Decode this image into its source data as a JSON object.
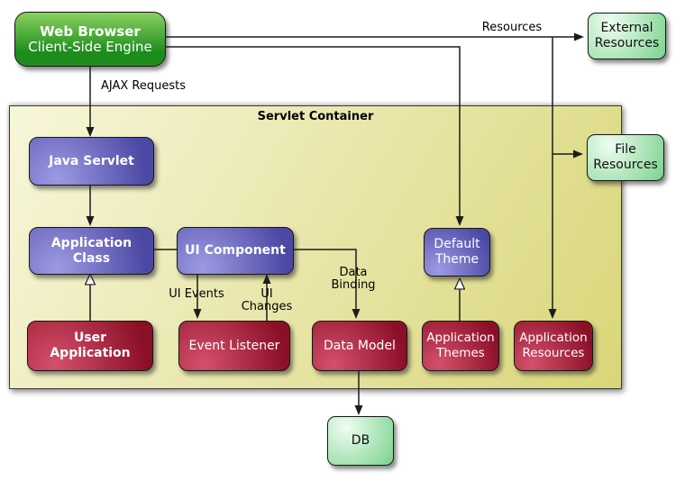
{
  "colors": {
    "line": "#1c1c1c",
    "container_light": "#f7f6da",
    "container_dark": "#d9d678",
    "green_light": "#8bd162",
    "green_dark": "#1d8c1d",
    "purple_light": "#9d9ae4",
    "purple_dark": "#4c49a4",
    "red_light": "#d4506a",
    "red_dark": "#8c0f28",
    "mint_light": "#effdf1",
    "mint_dark": "#7fd492"
  },
  "container": {
    "title": "Servlet Container"
  },
  "nodes": {
    "web_browser": {
      "title": "Web Browser",
      "subtitle": "Client-Side Engine"
    },
    "java_servlet": {
      "label": "Java Servlet"
    },
    "application_class": {
      "line1": "Application",
      "line2": "Class"
    },
    "ui_component": {
      "label": "UI Component"
    },
    "default_theme": {
      "line1": "Default",
      "line2": "Theme"
    },
    "user_application": {
      "line1": "User",
      "line2": "Application"
    },
    "event_listener": {
      "label": "Event Listener"
    },
    "data_model": {
      "label": "Data Model"
    },
    "application_themes": {
      "line1": "Application",
      "line2": "Themes"
    },
    "application_resources": {
      "line1": "Application",
      "line2": "Resources"
    },
    "external_resources": {
      "line1": "External",
      "line2": "Resources"
    },
    "file_resources": {
      "line1": "File",
      "line2": "Resources"
    },
    "db": {
      "label": "DB"
    }
  },
  "edge_labels": {
    "ajax_requests": "AJAX Requests",
    "resources": "Resources",
    "ui_events": "UI Events",
    "ui_changes": "UI Changes",
    "data_binding_line1": "Data",
    "data_binding_line2": "Binding"
  }
}
